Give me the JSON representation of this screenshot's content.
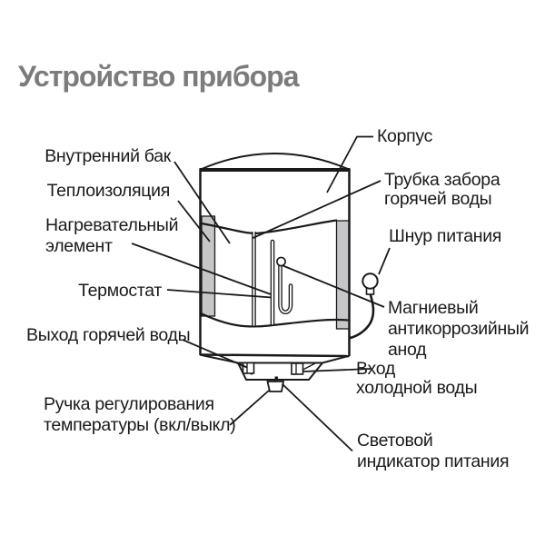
{
  "title": "Устройство прибора",
  "colors": {
    "background": "#ffffff",
    "line_art": "#1a1a1a",
    "insulation_fill": "#c6c6c8",
    "title_text": "#7c7c7c"
  },
  "labels": {
    "inner_tank": [
      "Внутренний бак"
    ],
    "insulation": [
      "Теплоизоляция"
    ],
    "heating_element": [
      "Нагревательный",
      "элемент"
    ],
    "thermostat": [
      "Термостат"
    ],
    "hot_water_outlet": [
      "Выход горячей воды"
    ],
    "temp_knob": [
      "Ручка регулирования",
      "температуры (вкл/выкл)"
    ],
    "case": [
      "Корпус"
    ],
    "intake_tube": [
      "Трубка забора",
      "горячей воды"
    ],
    "power_cord": [
      "Шнур питания"
    ],
    "anode": [
      "Магниевый",
      "антикоррозийный",
      "анод"
    ],
    "cold_water_inlet": [
      "Вход",
      "холодной воды"
    ],
    "power_indicator": [
      "Световой",
      "индикатор питания"
    ]
  }
}
